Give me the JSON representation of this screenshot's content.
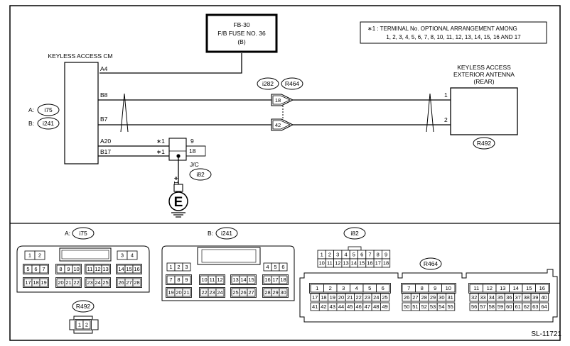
{
  "fuse": {
    "line1": "FB-30",
    "line2": "F/B FUSE NO. 36",
    "line3": "(B)"
  },
  "note": {
    "line1": "∗1  : TERMINAL No. OPTIONAL ARRANGEMENT AMONG",
    "line2": "1, 2, 3, 4, 5, 6, 7, 8, 10, 11, 12, 13, 14, 15, 16 AND 17"
  },
  "cm": {
    "title": "KEYLESS ACCESS CM",
    "conn_a_prefix": "A:",
    "conn_a": "i75",
    "conn_b_prefix": "B:",
    "conn_b": "i241"
  },
  "antenna": {
    "line1": "KEYLESS ACCESS",
    "line2": "EXTERIOR ANTENNA",
    "line3": "(REAR)",
    "connector": "R492",
    "pin1": "1",
    "pin2": "2"
  },
  "wires": {
    "a4": "A4",
    "b8": "B8",
    "b7": "B7",
    "a20": "A20",
    "b17": "B17"
  },
  "jc": {
    "label": "J/C",
    "connector": "i82",
    "pin9": "9",
    "pin18": "18",
    "star": "∗1"
  },
  "inline": {
    "left": "i282",
    "right": "R464",
    "pin18": "18",
    "pin42": "42"
  },
  "ground": {
    "label": "E"
  },
  "connectors": {
    "i75": {
      "prefix": "A:",
      "name": "i75",
      "row1": [
        "1",
        "2",
        "3",
        "4"
      ],
      "row2": [
        "5",
        "6",
        "7",
        "8",
        "9",
        "10",
        "11",
        "12",
        "13",
        "14",
        "15",
        "16"
      ],
      "row3": [
        "17",
        "18",
        "19",
        "20",
        "21",
        "22",
        "23",
        "24",
        "25",
        "26",
        "27",
        "28"
      ]
    },
    "i241": {
      "prefix": "B:",
      "name": "i241",
      "row1": [
        "1",
        "2",
        "3",
        "4",
        "5",
        "6"
      ],
      "row2": [
        "7",
        "8",
        "9",
        "10",
        "11",
        "12",
        "13",
        "14",
        "15",
        "16",
        "17",
        "18"
      ],
      "row3": [
        "19",
        "20",
        "21",
        "22",
        "23",
        "24",
        "25",
        "26",
        "27",
        "28",
        "29",
        "30"
      ]
    },
    "i82": {
      "name": "i82",
      "row1": [
        "1",
        "2",
        "3",
        "4",
        "5",
        "6",
        "7",
        "8",
        "9"
      ],
      "row2": [
        "10",
        "11",
        "12",
        "13",
        "14",
        "15",
        "16",
        "17",
        "18"
      ]
    },
    "R464": {
      "name": "R464",
      "b1r1": [
        "1",
        "2",
        "3",
        "4",
        "5",
        "6"
      ],
      "b1r2": [
        "17",
        "18",
        "19",
        "20",
        "21",
        "22",
        "23",
        "24",
        "25"
      ],
      "b1r3": [
        "41",
        "42",
        "43",
        "44",
        "45",
        "46",
        "47",
        "48",
        "49"
      ],
      "b2r1": [
        "7",
        "8",
        "9",
        "10"
      ],
      "b2r2": [
        "26",
        "27",
        "28",
        "29",
        "30",
        "31"
      ],
      "b2r3": [
        "50",
        "51",
        "52",
        "53",
        "54",
        "55"
      ],
      "b3r1": [
        "11",
        "12",
        "13",
        "14",
        "15",
        "16"
      ],
      "b3r2": [
        "32",
        "33",
        "34",
        "35",
        "36",
        "37",
        "38",
        "39",
        "40"
      ],
      "b3r3": [
        "56",
        "57",
        "58",
        "59",
        "60",
        "61",
        "62",
        "63",
        "64"
      ]
    },
    "R492": {
      "name": "R492",
      "pins": [
        "1",
        "2"
      ]
    }
  },
  "footer": {
    "code": "SL-11721"
  }
}
